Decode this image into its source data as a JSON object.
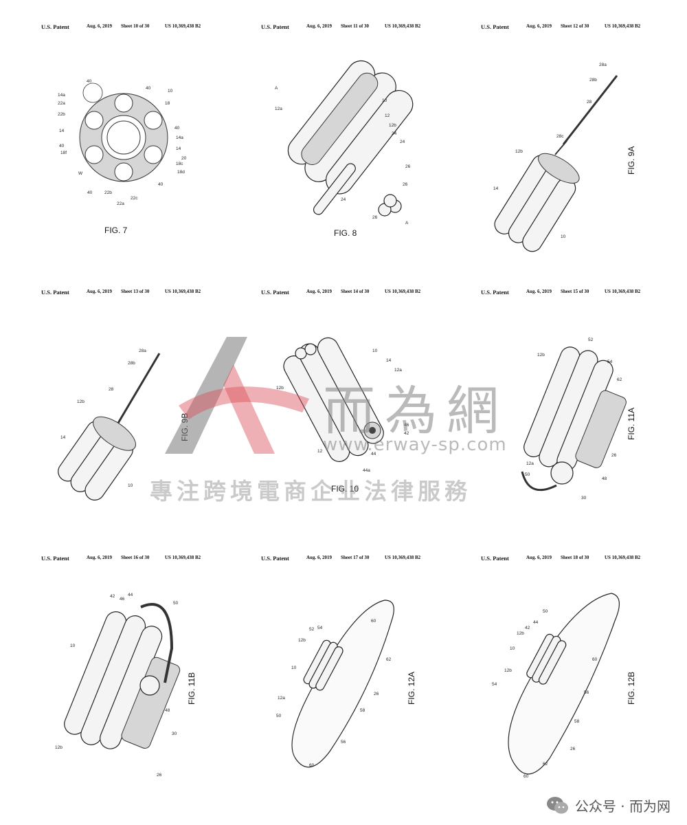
{
  "sheets": [
    {
      "patent": "U.S. Patent",
      "date": "Aug. 6, 2019",
      "sheet": "Sheet 10 of 30",
      "number": "US 10,369,438 B2",
      "fig": "FIG. 7",
      "labels": [
        "40",
        "14a",
        "22a",
        "22b",
        "14",
        "40",
        "18f",
        "W",
        "40",
        "22b",
        "22a",
        "22c",
        "40",
        "10",
        "18",
        "40",
        "14a",
        "14",
        "20",
        "18c",
        "18d",
        "40"
      ]
    },
    {
      "patent": "U.S. Patent",
      "date": "Aug. 6, 2019",
      "sheet": "Sheet 11 of 30",
      "number": "US 10,369,438 B2",
      "fig": "FIG. 8",
      "labels": [
        "A",
        "12a",
        "10",
        "12",
        "12b",
        "24",
        "24",
        "26",
        "26",
        "24",
        "26",
        "A"
      ]
    },
    {
      "patent": "U.S. Patent",
      "date": "Aug. 6, 2019",
      "sheet": "Sheet 12 of 30",
      "number": "US 10,369,438 B2",
      "fig": "FIG. 9A",
      "labels": [
        "28a",
        "28b",
        "28",
        "28c",
        "12b",
        "14",
        "10"
      ]
    },
    {
      "patent": "U.S. Patent",
      "date": "Aug. 6, 2019",
      "sheet": "Sheet 13 of 30",
      "number": "US 10,369,438 B2",
      "fig": "FIG. 9B",
      "labels": [
        "28a",
        "28b",
        "28",
        "12b",
        "14",
        "10"
      ]
    },
    {
      "patent": "U.S. Patent",
      "date": "Aug. 6, 2019",
      "sheet": "Sheet 14 of 30",
      "number": "US 10,369,438 B2",
      "fig": "FIG. 10",
      "labels": [
        "10",
        "12b",
        "14",
        "12a",
        "46",
        "42",
        "44",
        "44a",
        "12"
      ]
    },
    {
      "patent": "U.S. Patent",
      "date": "Aug. 6, 2019",
      "sheet": "Sheet 15 of 30",
      "number": "US 10,369,438 B2",
      "fig": "FIG. 11A",
      "labels": [
        "12b",
        "52",
        "54",
        "62",
        "26",
        "48",
        "30",
        "50",
        "12a"
      ]
    },
    {
      "patent": "U.S. Patent",
      "date": "Aug. 6, 2019",
      "sheet": "Sheet 16 of 30",
      "number": "US 10,369,438 B2",
      "fig": "FIG. 11B",
      "labels": [
        "42",
        "46",
        "44",
        "50",
        "10",
        "48",
        "30",
        "26",
        "12b"
      ]
    },
    {
      "patent": "U.S. Patent",
      "date": "Aug. 6, 2019",
      "sheet": "Sheet 17 of 30",
      "number": "US 10,369,438 B2",
      "fig": "FIG. 12A",
      "labels": [
        "52",
        "54",
        "12b",
        "60",
        "62",
        "10",
        "26",
        "58",
        "12a",
        "50",
        "56",
        "60"
      ]
    },
    {
      "patent": "U.S. Patent",
      "date": "Aug. 6, 2019",
      "sheet": "Sheet 18 of 30",
      "number": "US 10,369,438 B2",
      "fig": "FIG. 12B",
      "labels": [
        "50",
        "44",
        "42",
        "12b",
        "10",
        "60",
        "12b",
        "54",
        "56",
        "58",
        "26",
        "62",
        "60"
      ]
    }
  ],
  "watermark": {
    "title": "而為網",
    "url": "www.erway-sp.com",
    "slogan": "專注跨境電商企业法律服務"
  },
  "footer": {
    "wechat_label": "公众号 · 而为网",
    "icon": "wechat-icon"
  }
}
